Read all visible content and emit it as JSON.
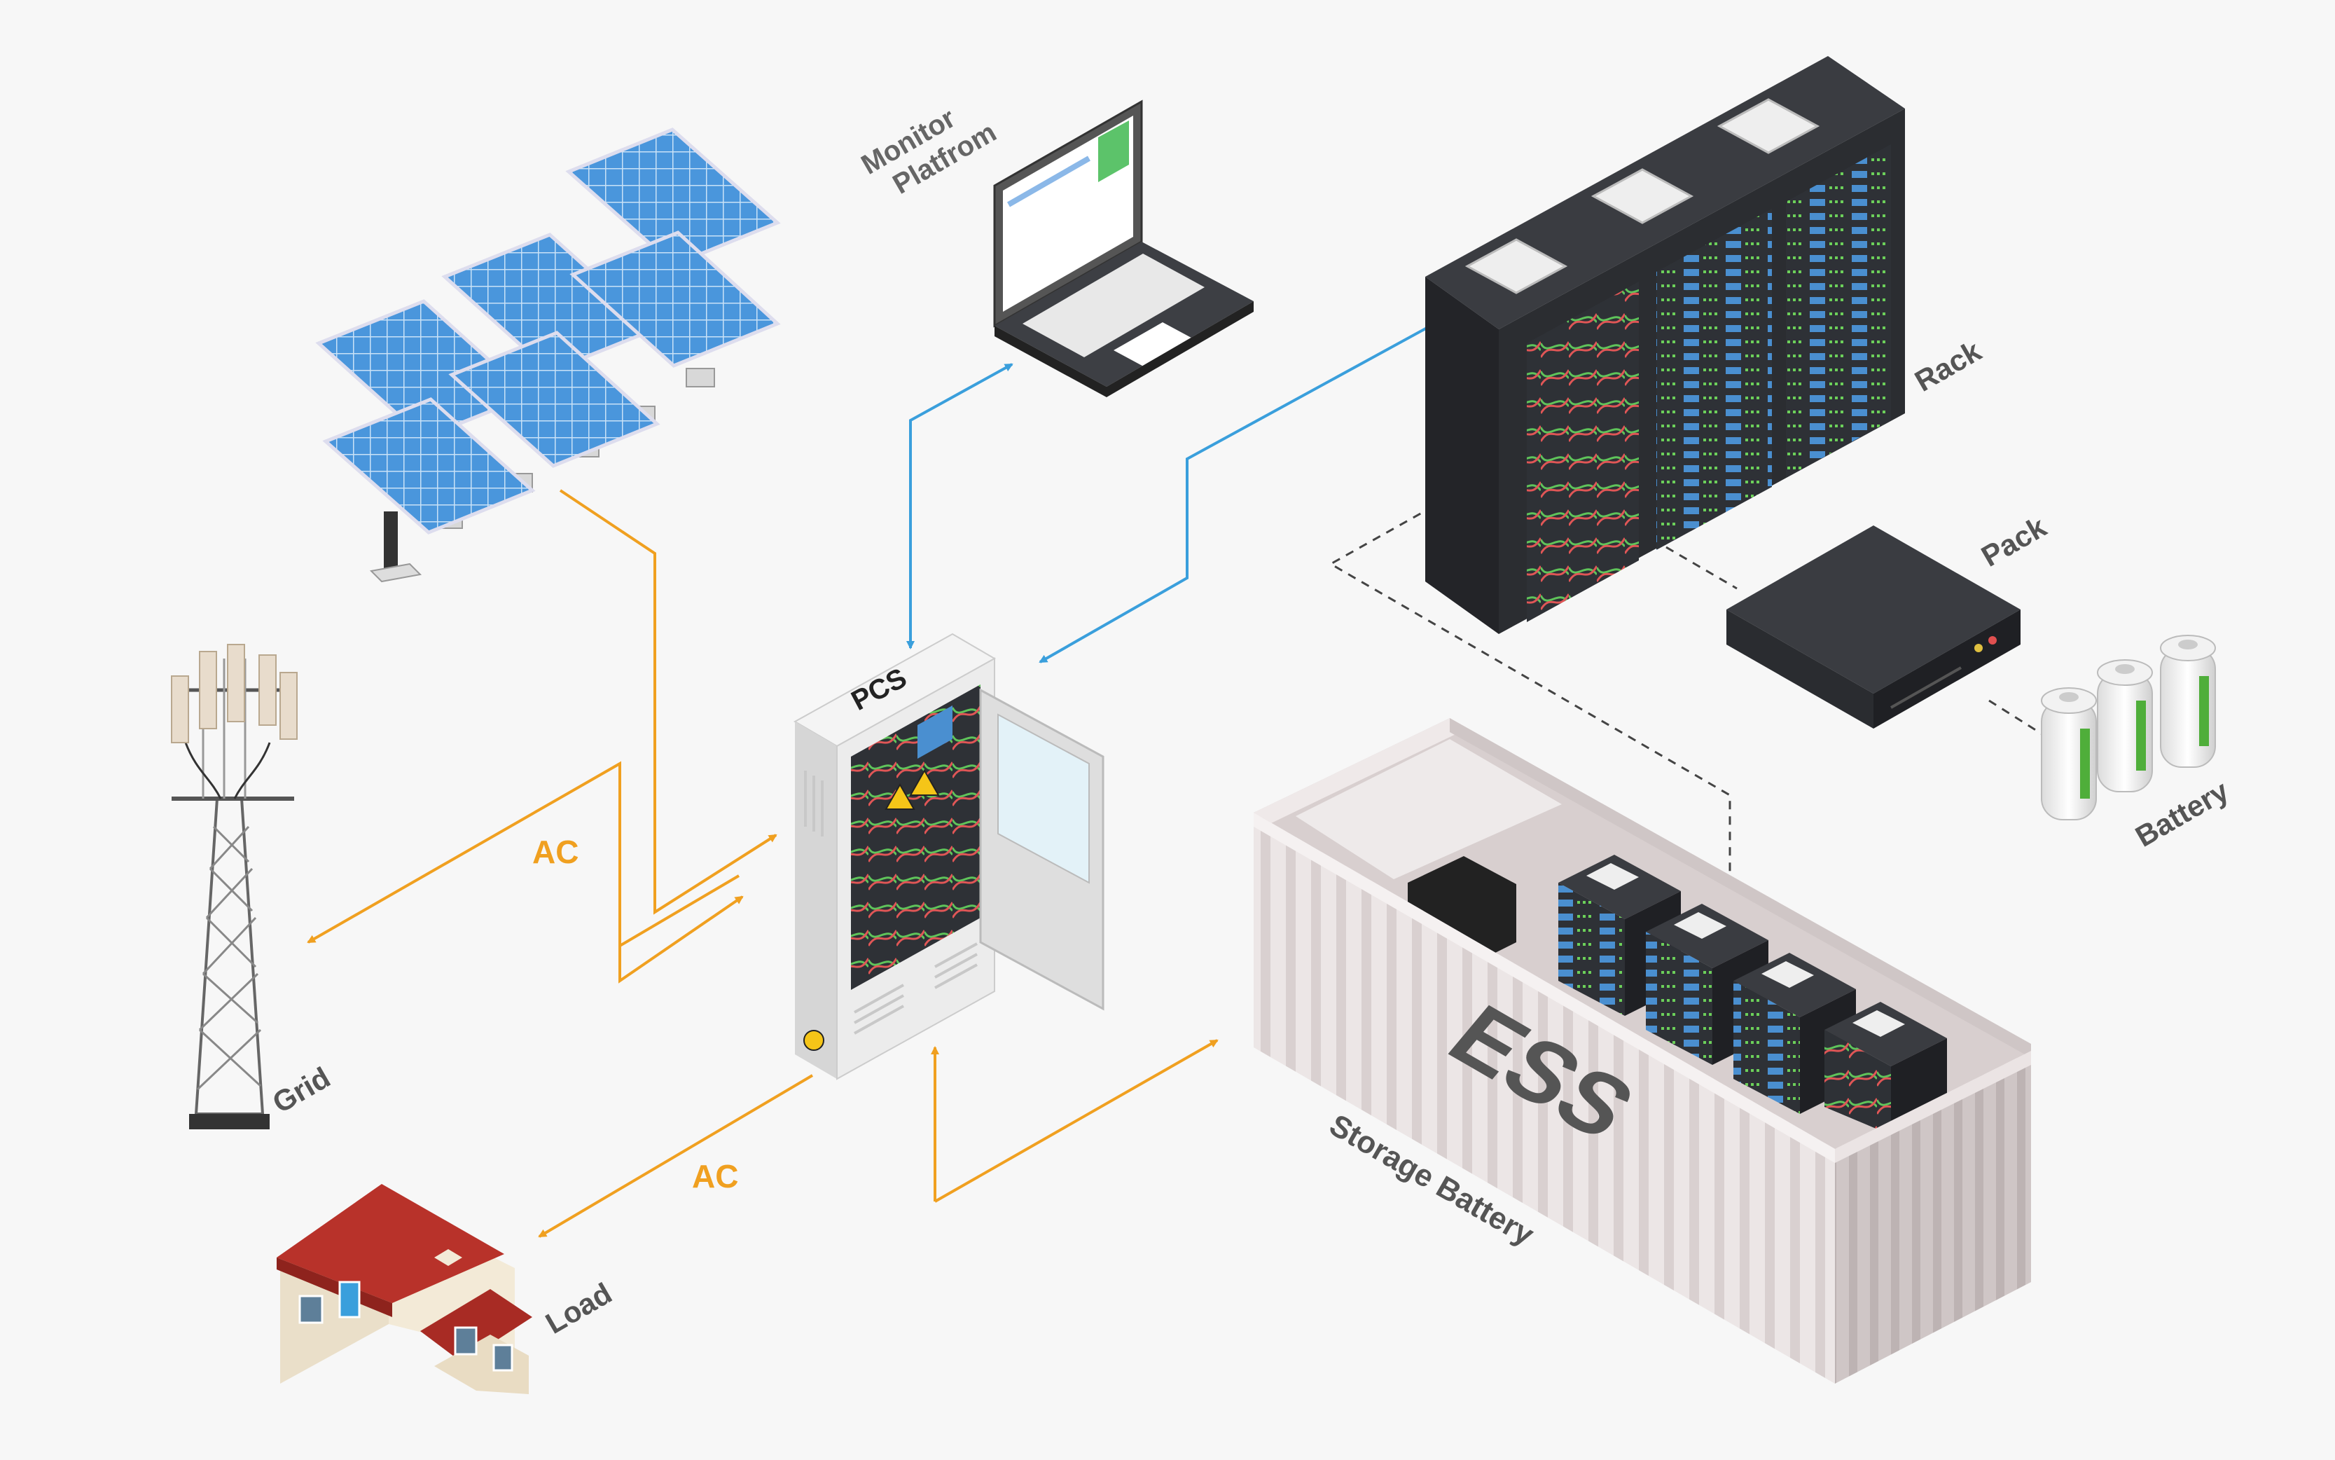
{
  "labels": {
    "monitor_line1": "Monitor",
    "monitor_line2": "Platfrom",
    "rack": "Rack",
    "pack": "Pack",
    "battery": "Battery",
    "pcs": "PCS",
    "grid": "Grid",
    "load": "Load",
    "ac_upper": "AC",
    "ac_lower": "AC",
    "ess": "ESS",
    "storage_battery": "Storage Battery"
  },
  "colors": {
    "background": "#f7f7f7",
    "ac_flow": "#f0a020",
    "data_link": "#3a9fdc",
    "panel_blue": "#3f8fd6",
    "rack_dark": "#2b2d31",
    "container": "#e6dfdf",
    "roof_red": "#b8322a"
  },
  "icons": [
    "solar-panel-icon",
    "laptop-icon",
    "server-rack-icon",
    "battery-pack-icon",
    "battery-cell-icon",
    "pcs-cabinet-icon",
    "telecom-tower-icon",
    "house-icon",
    "ess-container-icon",
    "warning-icon",
    "lightning-icon"
  ]
}
